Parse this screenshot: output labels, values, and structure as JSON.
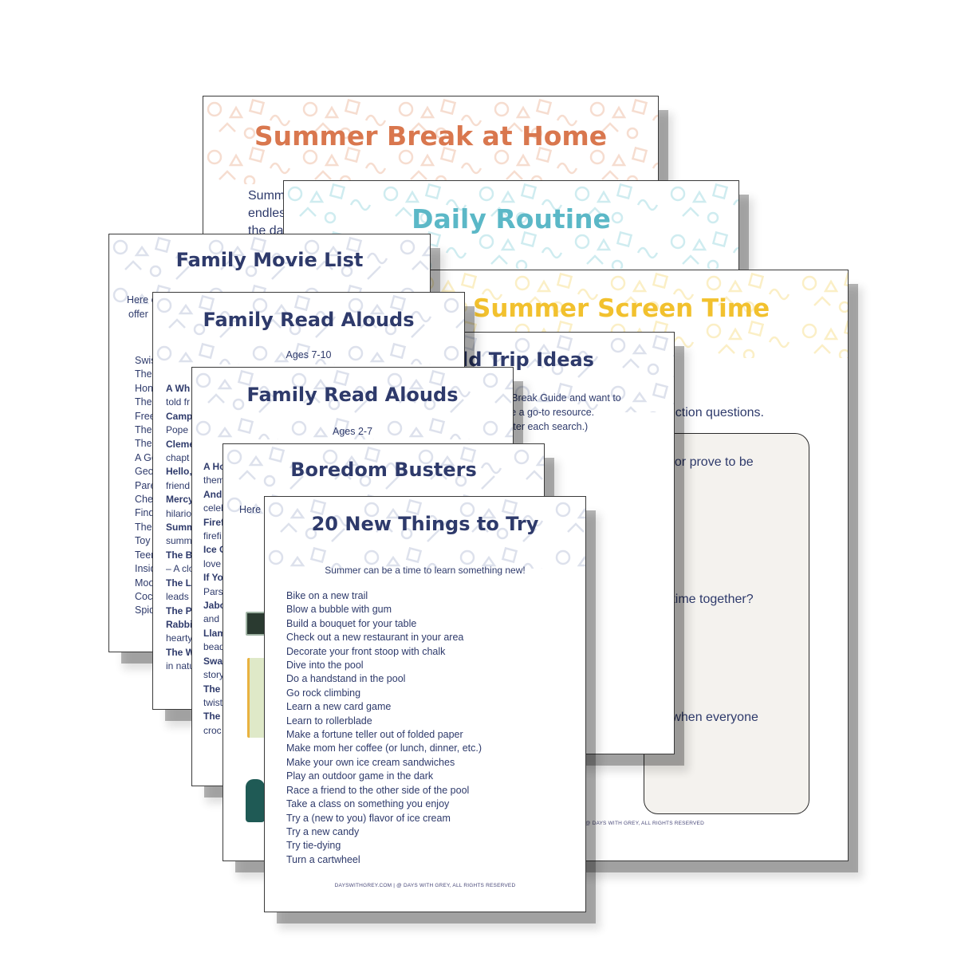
{
  "sheets": {
    "summer_break": {
      "title": "Summer Break at Home",
      "intro_lines": [
        "Summ",
        "endles",
        "the da"
      ]
    },
    "daily_routine": {
      "title": "Daily Routine"
    },
    "screen_time": {
      "title": "Summer Screen Time",
      "lines": [
        "eflection questions.",
        "st or prove to be",
        "e time together?",
        "n when everyone"
      ],
      "footer": "OM | @ DAYS WITH GREY, ALL RIGHTS RESERVED"
    },
    "field_trip": {
      "title": "ld Trip Ideas",
      "lines": [
        "ing Break Guide and want to",
        "ave a go-to resource.",
        "after each search.)"
      ]
    },
    "movie_list": {
      "title": "Family Movie List",
      "intro": [
        "Here c",
        "offer"
      ],
      "items": [
        "Swis",
        "The",
        "Hon",
        "The",
        "Free",
        "The",
        "The",
        "A Go",
        "Geo",
        "Pare",
        "Che",
        "Find",
        "The",
        "Toy",
        "Teen",
        "Insid",
        "Moo",
        "Coco",
        "Spid"
      ]
    },
    "read_alouds_7_10": {
      "title": "Family Read Alouds",
      "age": "Ages 7-10",
      "lines": [
        {
          "b": "A Wh",
          "t": ""
        },
        {
          "b": "",
          "t": "told fr"
        },
        {
          "b": "Camp",
          "t": ""
        },
        {
          "b": "",
          "t": "Pope ("
        },
        {
          "b": "Cleme",
          "t": ""
        },
        {
          "b": "",
          "t": "chapt"
        },
        {
          "b": "Hello,",
          "t": ""
        },
        {
          "b": "",
          "t": "friend"
        },
        {
          "b": "Mercy",
          "t": ""
        },
        {
          "b": "",
          "t": "hilario"
        },
        {
          "b": "Summ",
          "t": ""
        },
        {
          "b": "",
          "t": "summ"
        },
        {
          "b": "The B",
          "t": ""
        },
        {
          "b": "",
          "t": "– A clo"
        },
        {
          "b": "The Lo",
          "t": ""
        },
        {
          "b": "",
          "t": "leads t"
        },
        {
          "b": "The Po",
          "t": ""
        },
        {
          "b": "Rabbi",
          "t": ""
        },
        {
          "b": "",
          "t": "hearty"
        },
        {
          "b": "The W",
          "t": ""
        },
        {
          "b": "",
          "t": "in natu"
        }
      ]
    },
    "read_alouds_2_7": {
      "title": "Family Read Alouds",
      "age": "Ages 2-7",
      "lines": [
        {
          "b": "A Ho",
          "t": ""
        },
        {
          "b": "",
          "t": "them"
        },
        {
          "b": "And",
          "t": ""
        },
        {
          "b": "",
          "t": "celeb"
        },
        {
          "b": "Firef",
          "t": ""
        },
        {
          "b": "",
          "t": "firefi"
        },
        {
          "b": "Ice C",
          "t": ""
        },
        {
          "b": "",
          "t": "love"
        },
        {
          "b": "If Yo",
          "t": ""
        },
        {
          "b": "",
          "t": "Pars"
        },
        {
          "b": "Jabo",
          "t": ""
        },
        {
          "b": "",
          "t": "and"
        },
        {
          "b": "Llam",
          "t": ""
        },
        {
          "b": "",
          "t": "bead"
        },
        {
          "b": "Swa",
          "t": ""
        },
        {
          "b": "",
          "t": "story"
        },
        {
          "b": "The",
          "t": ""
        },
        {
          "b": "",
          "t": "twist"
        },
        {
          "b": "The",
          "t": ""
        },
        {
          "b": "",
          "t": "croc"
        }
      ]
    },
    "boredom_busters": {
      "title": "Boredom Busters",
      "intro": "Here c"
    },
    "new_things": {
      "title": "20 New Things to Try",
      "subtitle": "Summer can be a time to learn something new!",
      "items": [
        "Bike on a new trail",
        "Blow a bubble with gum",
        "Build a bouquet for your table",
        "Check out a new restaurant in your area",
        "Decorate your front stoop with chalk",
        "Dive into the pool",
        "Do a handstand in the pool",
        "Go rock climbing",
        "Learn a new card game",
        "Learn to rollerblade",
        "Make a fortune teller out of folded paper",
        "Make mom her coffee (or lunch, dinner, etc.)",
        "Make your own ice cream sandwiches",
        "Play an outdoor game in the dark",
        "Race a friend to the other side of the pool",
        "Take a class on something you enjoy",
        "Try a (new to you) flavor of ice cream",
        "Try a new candy",
        "Try tie-dying",
        "Turn a cartwheel"
      ],
      "footer": "DAYSWITHGREY.COM | @ DAYS WITH GREY, ALL RIGHTS RESERVED"
    }
  },
  "colors": {
    "navy": "#2e3a6b",
    "orange_title": "#d9774e",
    "teal_title": "#5bb8c7",
    "yellow_title": "#f2c12e",
    "pattern_peach": "#f6d9cb",
    "pattern_teal": "#cdebef",
    "pattern_yellow": "#fbeec0",
    "pattern_grey": "#dfe3ef"
  }
}
